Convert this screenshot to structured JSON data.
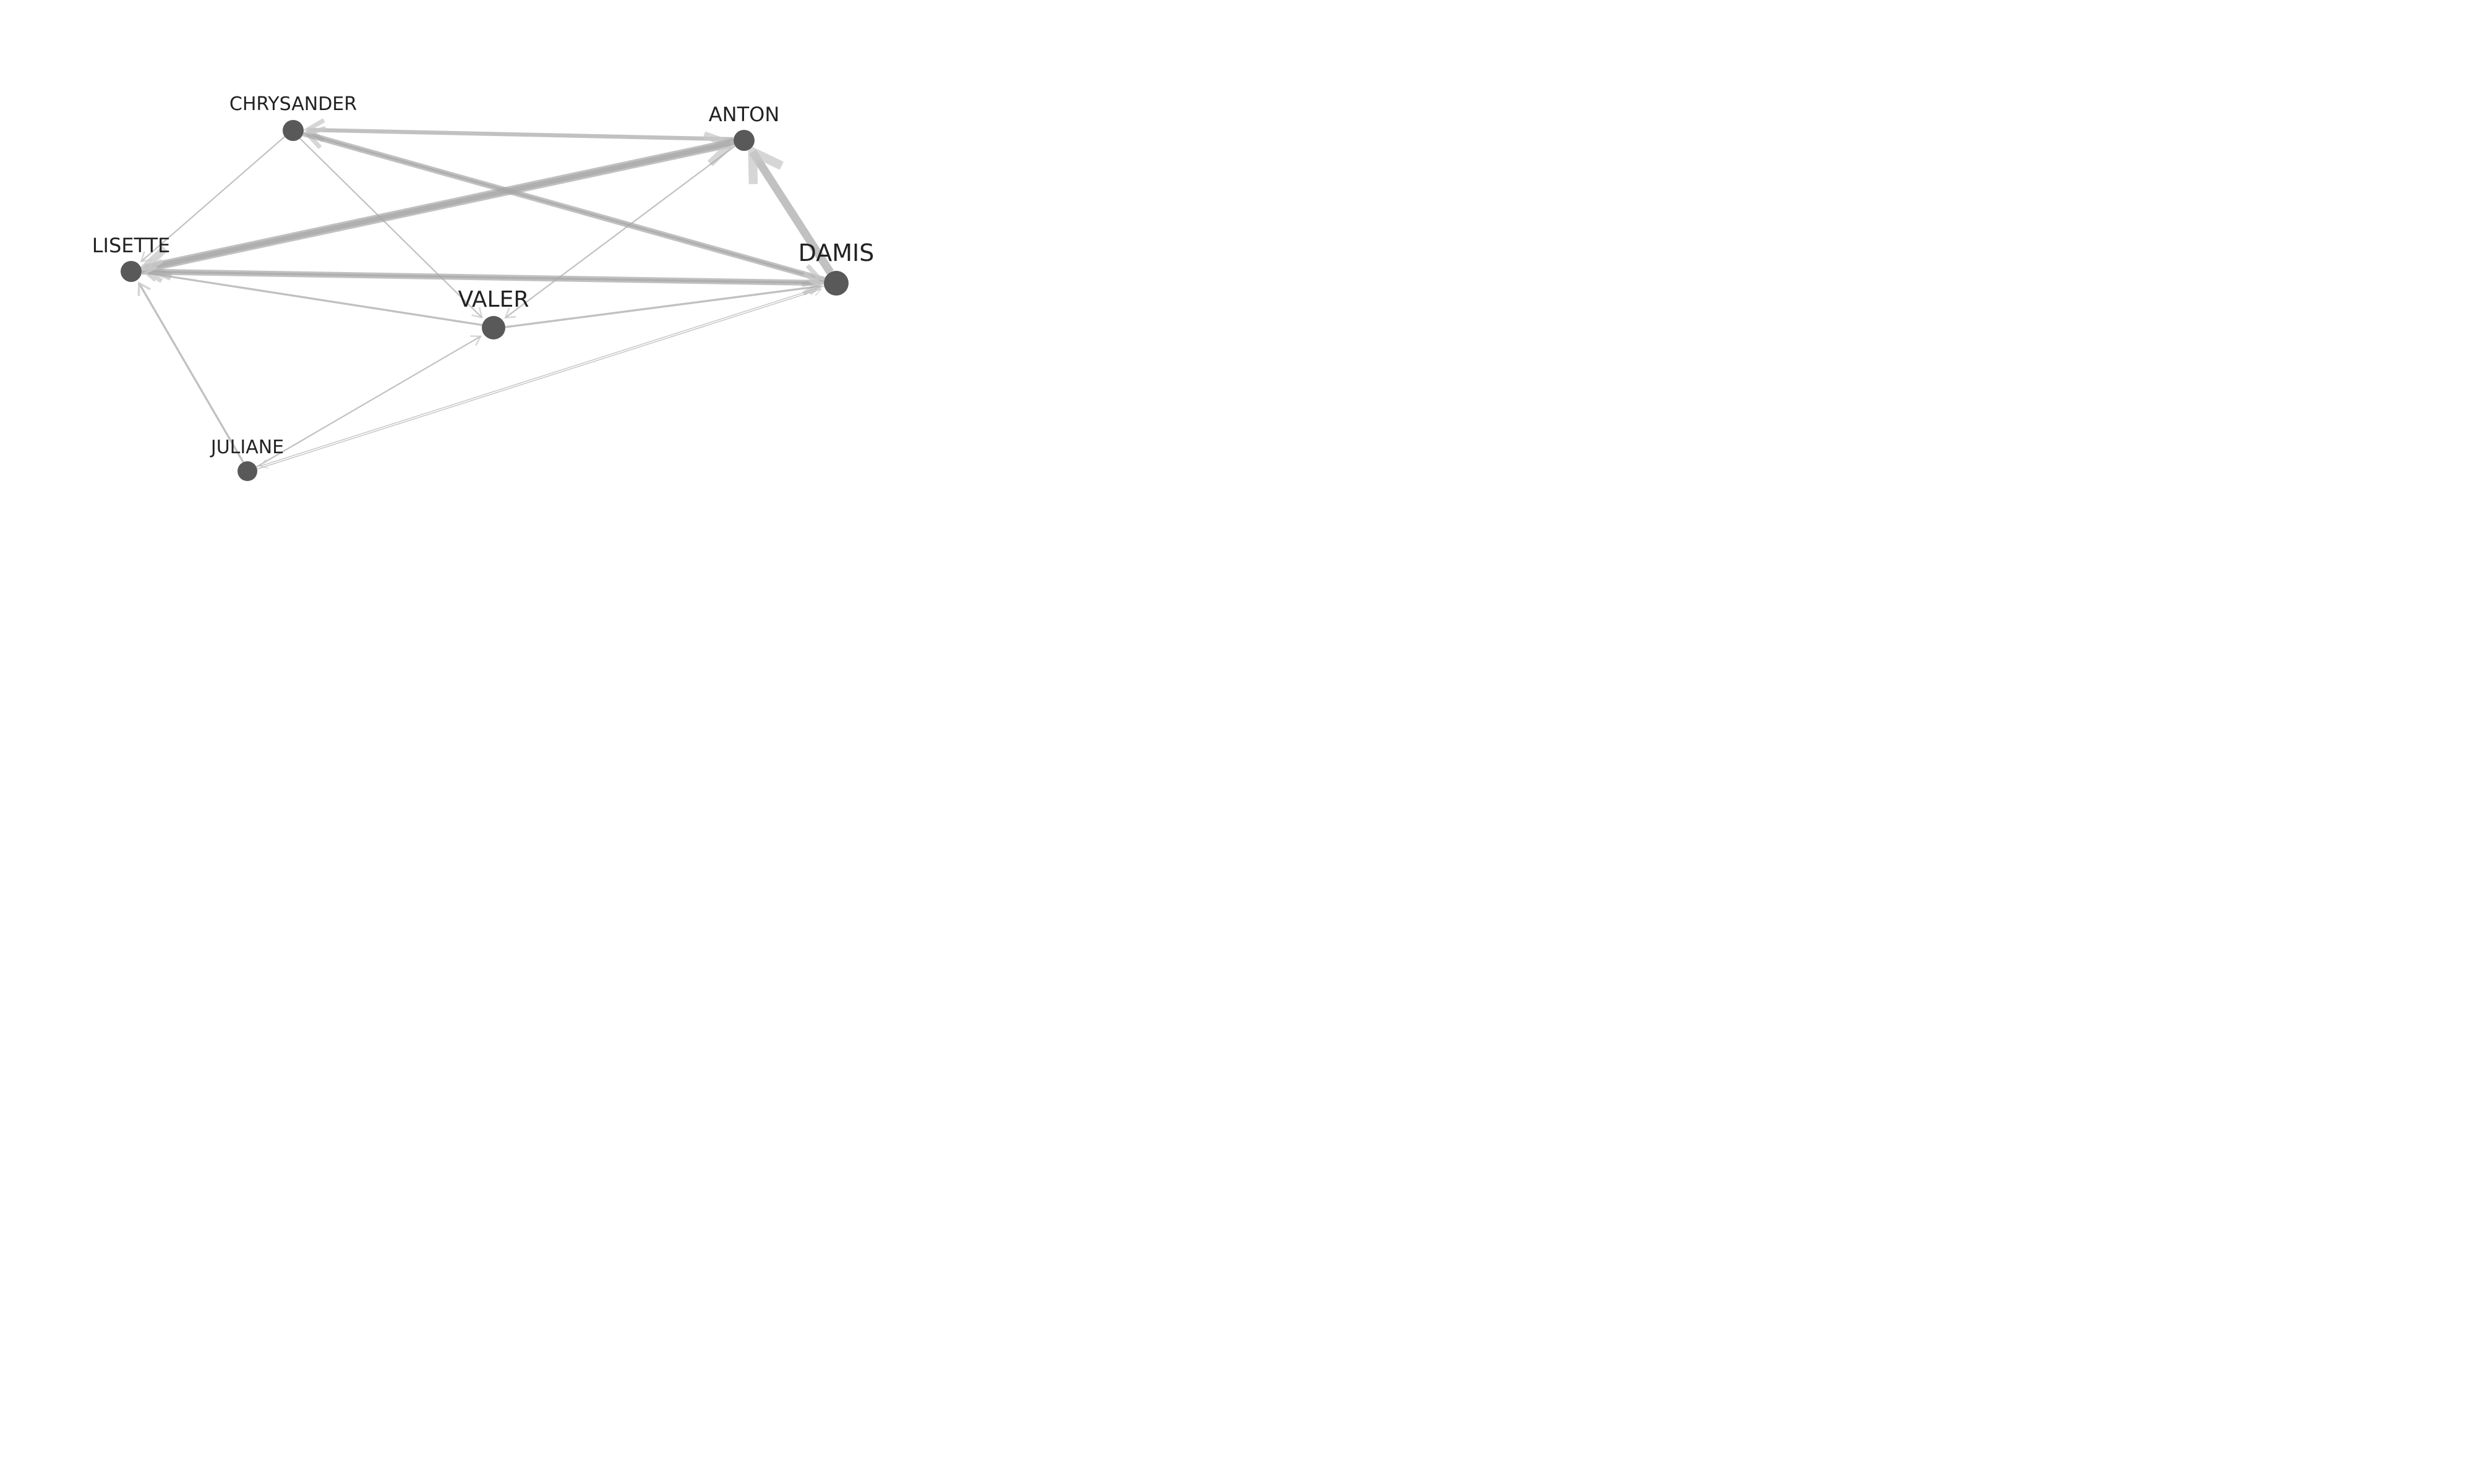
{
  "graph": {
    "colors": {
      "node": "#595959",
      "edge": "#a6a6a6",
      "arrow": "#c8c8c8",
      "label": "#222222",
      "background": "#ffffff"
    },
    "nodes": [
      {
        "id": "CHRYSANDER",
        "label": "CHRYSANDER"
      },
      {
        "id": "ANTON",
        "label": "ANTON"
      },
      {
        "id": "LISETTE",
        "label": "LISETTE"
      },
      {
        "id": "DAMIS",
        "label": "DAMIS"
      },
      {
        "id": "VALER",
        "label": "VALER"
      },
      {
        "id": "JULIANE",
        "label": "JULIANE"
      }
    ],
    "edges": [
      {
        "from": "ANTON",
        "to": "CHRYSANDER",
        "weight": 3
      },
      {
        "from": "DAMIS",
        "to": "CHRYSANDER",
        "weight": 3
      },
      {
        "from": "LISETTE",
        "to": "ANTON",
        "weight": 5
      },
      {
        "from": "ANTON",
        "to": "LISETTE",
        "weight": 5
      },
      {
        "from": "DAMIS",
        "to": "ANTON",
        "weight": 6
      },
      {
        "from": "CHRYSANDER",
        "to": "DAMIS",
        "weight": 3
      },
      {
        "from": "DAMIS",
        "to": "LISETTE",
        "weight": 3
      },
      {
        "from": "LISETTE",
        "to": "DAMIS",
        "weight": 3
      },
      {
        "from": "VALER",
        "to": "LISETTE",
        "weight": 1.5
      },
      {
        "from": "VALER",
        "to": "DAMIS",
        "weight": 1.5
      },
      {
        "from": "CHRYSANDER",
        "to": "LISETTE",
        "weight": 1
      },
      {
        "from": "CHRYSANDER",
        "to": "VALER",
        "weight": 1
      },
      {
        "from": "ANTON",
        "to": "VALER",
        "weight": 1
      },
      {
        "from": "JULIANE",
        "to": "LISETTE",
        "weight": 1.5
      },
      {
        "from": "JULIANE",
        "to": "VALER",
        "weight": 1
      },
      {
        "from": "DAMIS",
        "to": "JULIANE",
        "weight": 0.6
      },
      {
        "from": "JULIANE",
        "to": "DAMIS",
        "weight": 0.6
      }
    ]
  }
}
